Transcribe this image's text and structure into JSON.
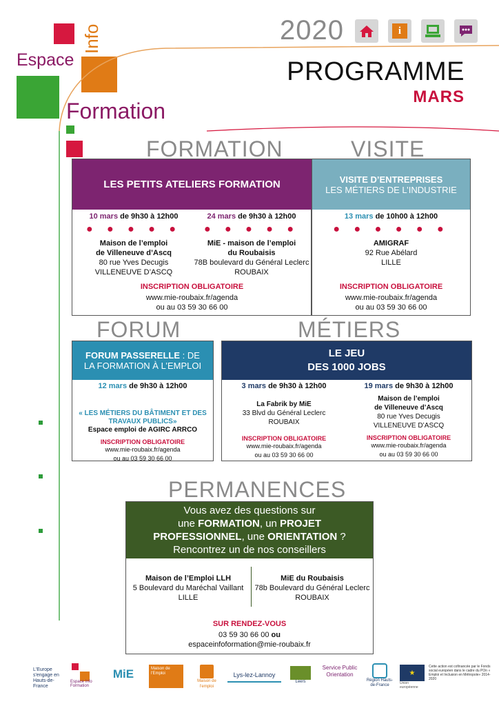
{
  "header": {
    "logo": {
      "line1": "Espace",
      "line2": "Info",
      "line3": "Formation"
    },
    "year": "2020",
    "title": "PROGRAMME",
    "month": "MARS"
  },
  "icons": [
    "home-icon",
    "info-icon",
    "computer-icon",
    "chat-icon"
  ],
  "sections": {
    "formation": "FORMATION",
    "visite": "VISITE",
    "forum": "FORUM",
    "metiers": "MÉTIERS",
    "permanences": "PERMANENCES"
  },
  "ateliers": {
    "title": "LES PETITS ATELIERS FORMATION",
    "left": {
      "date": "10 mars",
      "time": " de 9h30 à 12h00",
      "dots": "● ● ● ● ●",
      "place1": "Maison de l’emploi",
      "place2": "de Villeneuve d’Ascq",
      "addr": "80 rue Yves Decugis",
      "city": "VILLENEUVE D’ASCQ"
    },
    "right": {
      "date": "24 mars",
      "time": " de 9h30 à 12h00",
      "dots": "● ● ● ● ●",
      "place1": "MiE - maison de l’emploi",
      "place2": "du Roubaisis",
      "addr": "78B boulevard du Général Leclerc",
      "city": "ROUBAIX"
    },
    "inscription": "INSCRIPTION OBLIGATOIRE",
    "web": "www.mie-roubaix.fr/agenda",
    "phone": "ou au 03 59 30 66 00"
  },
  "visite": {
    "title1": "VISITE D’ENTREPRISES",
    "title2": "LES MÉTIERS DE L’INDUSTRIE",
    "date": "13 mars",
    "time": " de 10h00 à 12h00",
    "dots": "● ● ● ● ● ●",
    "place": "AMIGRAF",
    "addr": "92 Rue Abélard",
    "city": "LILLE",
    "inscription": "INSCRIPTION OBLIGATOIRE",
    "web": "www.mie-roubaix.fr/agenda",
    "phone": "ou au 03 59 30 66 00"
  },
  "forum": {
    "title_bold": "FORUM PASSERELLE",
    "title_rest": " : DE",
    "title2": "LA FORMATION À L’EMPLOI",
    "date": "12 mars",
    "time": " de 9h30 à 12h00",
    "theme1": "« LES MÉTIERS DU BÂTIMENT ET DES",
    "theme2": "TRAVAUX PUBLICS»",
    "place": "Espace emploi de AGIRC ARRCO",
    "inscription": "INSCRIPTION OBLIGATOIRE",
    "web": "www.mie-roubaix.fr/agenda",
    "phone": "ou au 03 59 30 66 00"
  },
  "jeu": {
    "title1": "LE JEU",
    "title2": "DES 1000 JOBS",
    "left": {
      "date": "3 mars",
      "time": " de 9h30 à 12h00",
      "place": "La Fabrik by MiE",
      "addr": "33 Blvd du Général Leclerc",
      "city": "ROUBAIX"
    },
    "right": {
      "date": "19 mars",
      "time": " de 9h30 à 12h00",
      "place1": "Maison de l’emploi",
      "place2": "de Villeneuve d’Ascq",
      "addr": "80 rue Yves Decugis",
      "city": "VILLENEUVE D’ASCQ"
    },
    "inscription": "INSCRIPTION OBLIGATOIRE",
    "web": "www.mie-roubaix.fr/agenda",
    "phone": "ou au 03 59 30 66 00"
  },
  "permanences": {
    "l1": "Vous avez des questions sur",
    "l2a": "une ",
    "l2b": "FORMATION",
    "l2c": ", un ",
    "l2d": "PROJET",
    "l3a": "PROFESSIONNEL",
    "l3b": ", une ",
    "l3c": "ORIENTATION",
    "l3d": " ?",
    "l4": "Rencontrez un de nos conseillers",
    "left": {
      "place": "Maison de l’Emploi LLH",
      "addr": "5 Boulevard du Maréchal Vaillant",
      "city": "LILLE"
    },
    "right": {
      "place": "MiE du Roubaisis",
      "addr": "78b Boulevard du Général Leclerc",
      "city": "ROUBAIX"
    },
    "rdv": "SUR RENDEZ-VOUS",
    "phone": "03 59 30 66 00",
    "ou": " ou",
    "email": "espaceinfoformation@mie-roubaix.fr"
  },
  "footer": {
    "logos": [
      "L'Europe s'engage en Hauts-de-France",
      "Espace Info Formation",
      "MiE",
      "Maison de l'Emploi",
      "Maison de l'emploi",
      "Lys-lez-Lannoy",
      "Leers",
      "Service Public Orientation",
      "Région Hauts-de-France",
      "Union européenne"
    ],
    "eu_text": "Cette action est cofinancée par le Fonds social européen dans le cadre du POn « Emploi et Inclusion en Métropole» 2014-2020"
  },
  "colors": {
    "purple": "#7d2470",
    "teal": "#7aafbf",
    "tealdark": "#2b8fb2",
    "navy": "#1f3a66",
    "green": "#3c5a25",
    "red": "#c8103d",
    "grey": "#8a8a8a"
  }
}
